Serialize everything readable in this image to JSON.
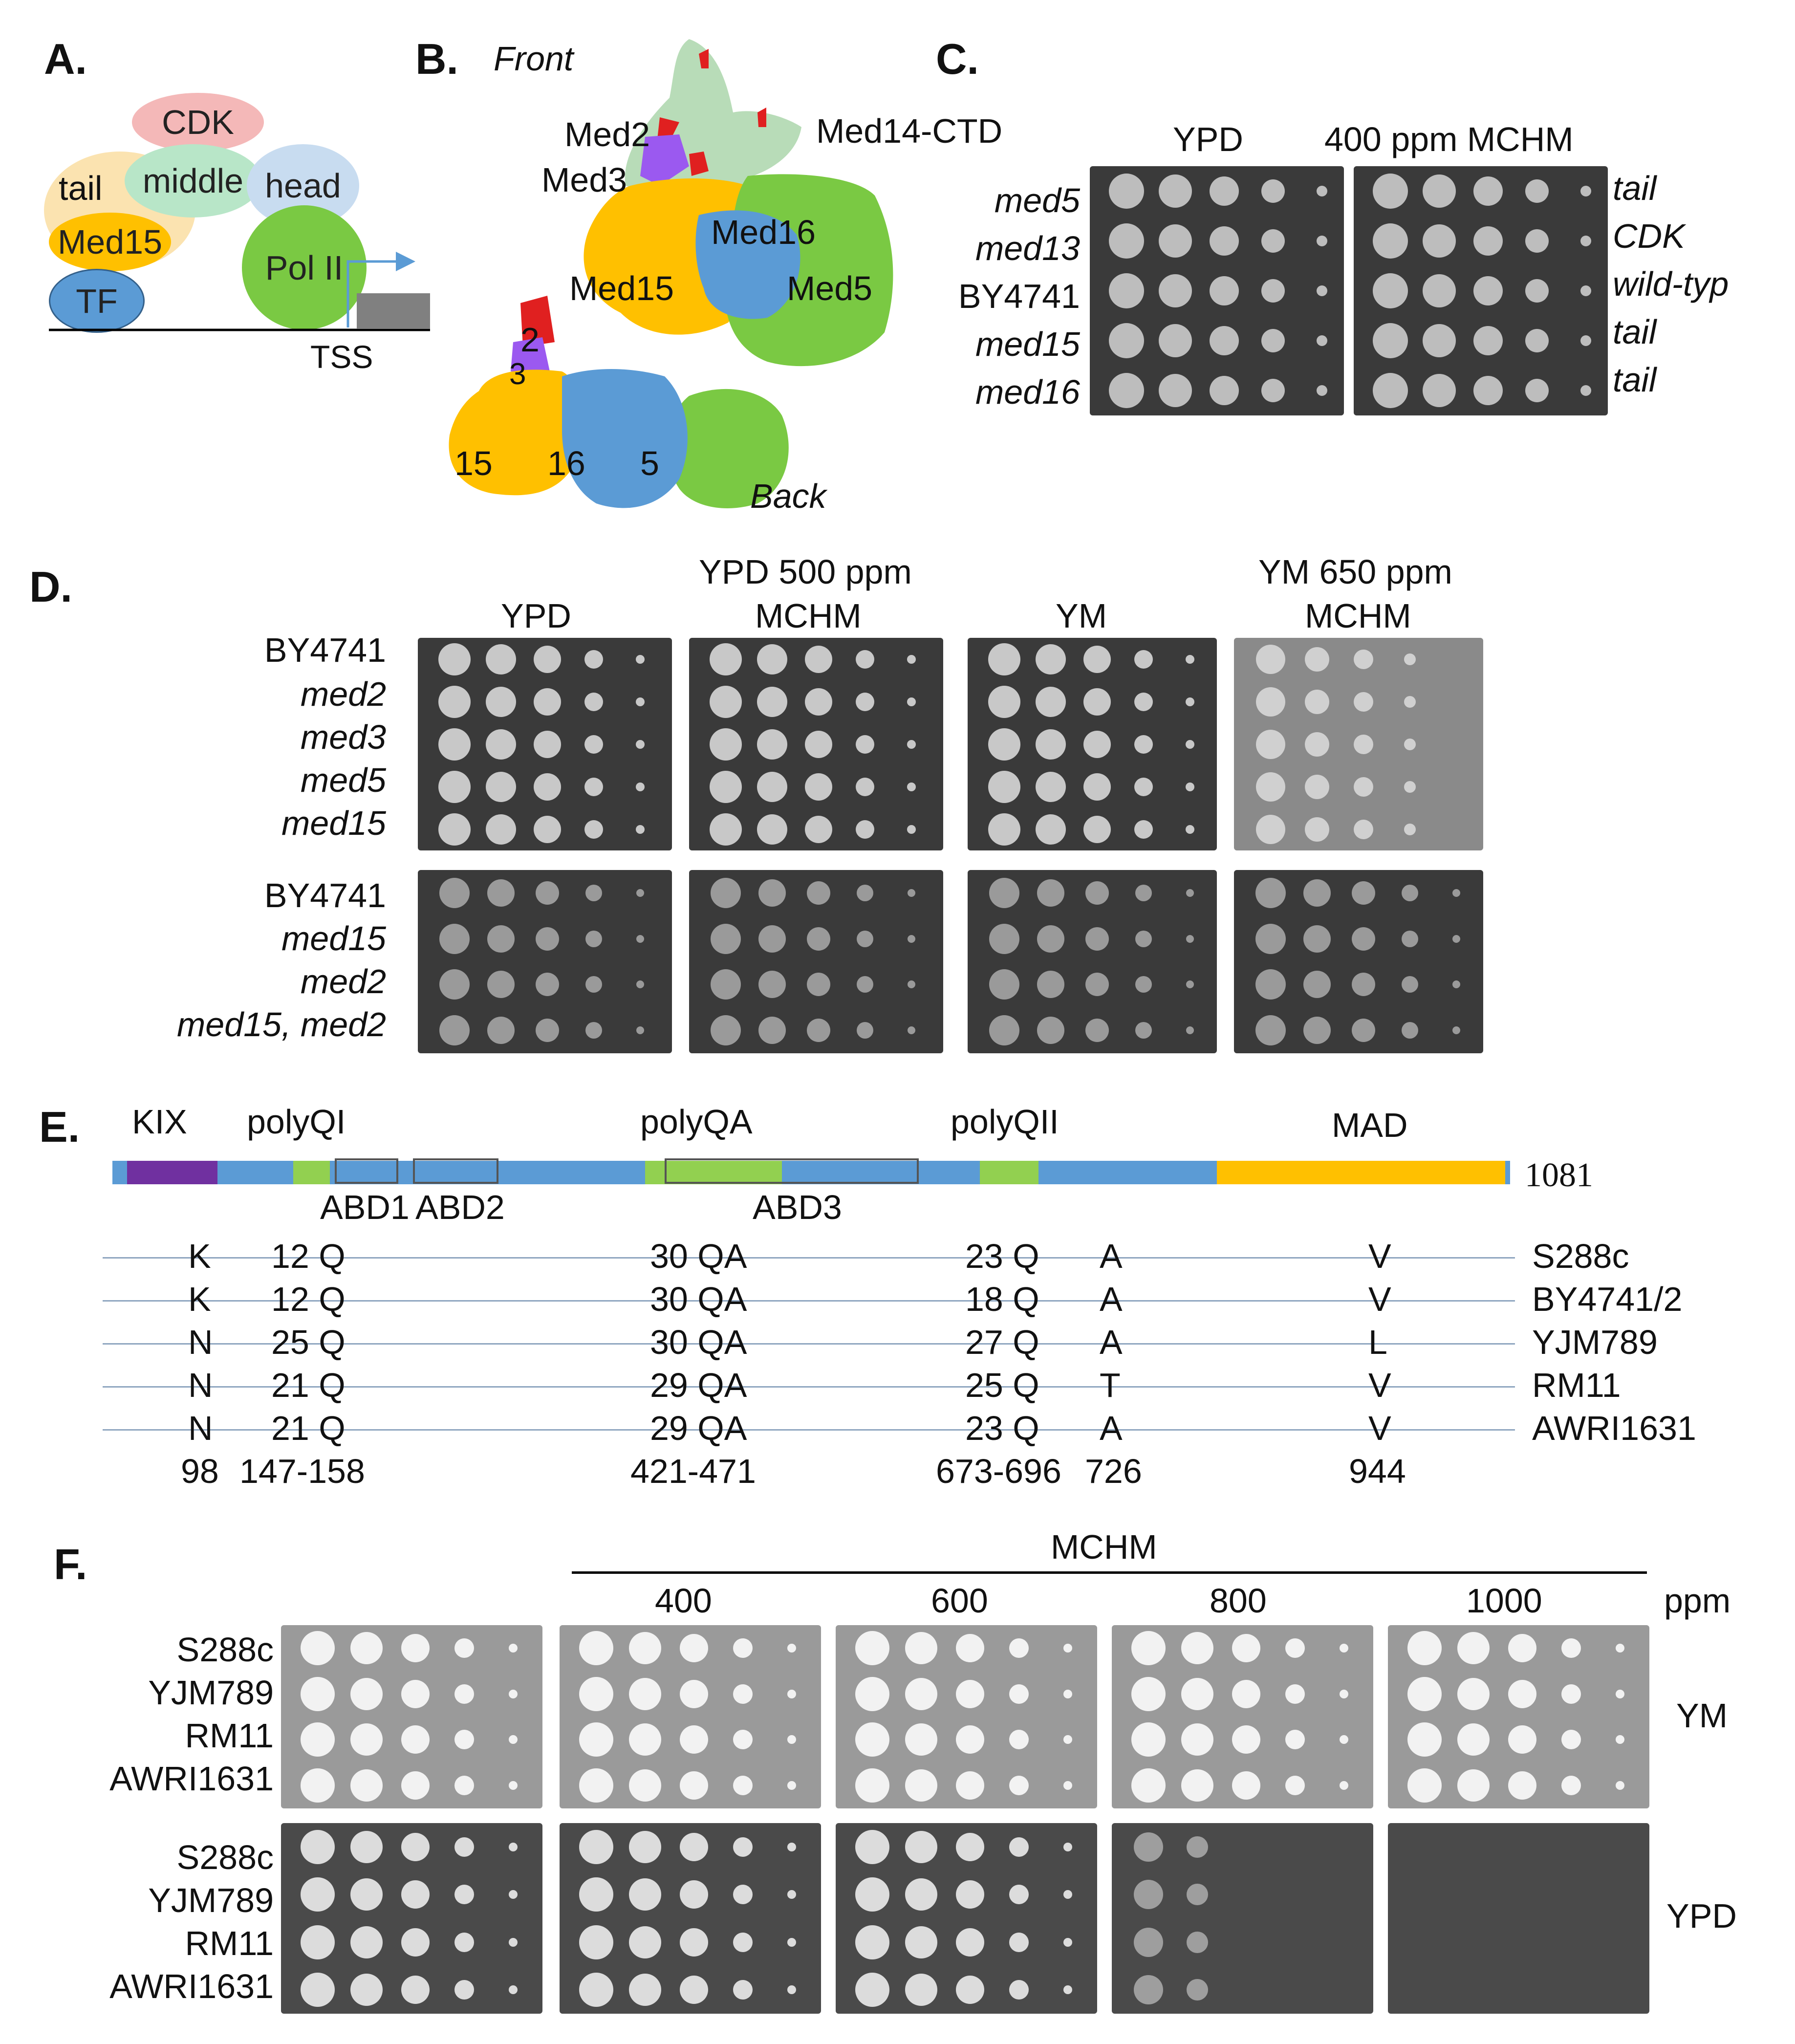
{
  "panel_labels": {
    "a": "A.",
    "b": "B.",
    "c": "C.",
    "d": "D.",
    "e": "E.",
    "f": "F."
  },
  "panelA": {
    "cdk": "CDK",
    "tail": "tail",
    "middle": "middle",
    "head": "head",
    "med15": "Med15",
    "polii": "Pol II",
    "tf": "TF",
    "tss": "TSS"
  },
  "panelB": {
    "front": "Front",
    "back": "Back",
    "med2": "Med2",
    "med3": "Med3",
    "med14": "Med14-CTD",
    "med16": "Med16",
    "med15": "Med15",
    "med5": "Med5",
    "n2": "2",
    "n3": "3",
    "n15": "15",
    "n16": "16",
    "n5": "5"
  },
  "panelC": {
    "ypd": "YPD",
    "mchm": "400 ppm  MCHM",
    "strains": [
      "med5",
      "med13",
      "BY4741",
      "med15",
      "med16"
    ],
    "modules": [
      "tail",
      "CDK",
      "wild-typ",
      "tail",
      "tail"
    ]
  },
  "panelD": {
    "ypd": "YPD",
    "ypd500": "YPD 500 ppm",
    "ypd500b": "MCHM",
    "ym": "YM",
    "ym650": "YM 650 ppm",
    "ym650b": "MCHM",
    "top": [
      "BY4741",
      "med2",
      "med3",
      "med5",
      "med15"
    ],
    "bottom": [
      "BY4741",
      "med15",
      "med2",
      "med15, med2"
    ]
  },
  "panelE": {
    "kix": "KIX",
    "polyqi": "polyQI",
    "polyqa": "polyQA",
    "polyqii": "polyQII",
    "mad": "MAD",
    "length": "1081",
    "abd1": "ABD1",
    "abd2": "ABD2",
    "abd3": "ABD3",
    "rows": [
      {
        "a": "K",
        "b": "12 Q",
        "c": "30 QA",
        "d": "23 Q",
        "e": "A",
        "f": "V",
        "strain": "S288c"
      },
      {
        "a": "K",
        "b": "12 Q",
        "c": "30 QA",
        "d": "18 Q",
        "e": "A",
        "f": "V",
        "strain": "BY4741/2"
      },
      {
        "a": "N",
        "b": "25 Q",
        "c": "30 QA",
        "d": "27 Q",
        "e": "A",
        "f": "L",
        "strain": "YJM789"
      },
      {
        "a": "N",
        "b": "21 Q",
        "c": "29 QA",
        "d": "25 Q",
        "e": "T",
        "f": "V",
        "strain": "RM11"
      },
      {
        "a": "N",
        "b": "21 Q",
        "c": "29 QA",
        "d": "23 Q",
        "e": "A",
        "f": "V",
        "strain": "AWRI1631"
      }
    ],
    "positions": {
      "p1": "98",
      "p2": "147-158",
      "p3": "421-471",
      "p4": "673-696",
      "p5": "726",
      "p6": "944"
    },
    "colors": {
      "backbone": "#5b9bd5",
      "kix": "#7030a0",
      "poly": "#92d050",
      "mad": "#ffc000"
    }
  },
  "panelF": {
    "mchm": "MCHM",
    "ppm": "ppm",
    "conc": [
      "400",
      "600",
      "800",
      "1000"
    ],
    "ym": "YM",
    "ypd": "YPD",
    "strains": [
      "S288c",
      "YJM789",
      "RM11",
      "AWRI1631"
    ]
  }
}
